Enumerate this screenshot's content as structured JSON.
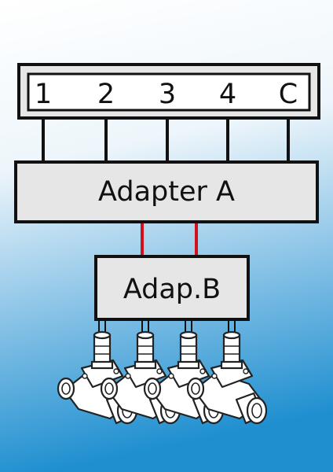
{
  "controller": {
    "terminals": [
      "1",
      "2",
      "3",
      "4",
      "C"
    ]
  },
  "adapter_a": {
    "label": "Adapter A"
  },
  "adapter_b": {
    "label": "Adap.B"
  },
  "valves": {
    "count": 4,
    "icon": "solenoid-valve-icon"
  },
  "colors": {
    "background_top": "#ffffff",
    "background_bottom": "#1f8fd0",
    "box_fill": "#e6e6e6",
    "outline": "#111111",
    "red_wire": "#d0101a",
    "black_wire": "#111111",
    "valve_fill": "#ffffff"
  }
}
